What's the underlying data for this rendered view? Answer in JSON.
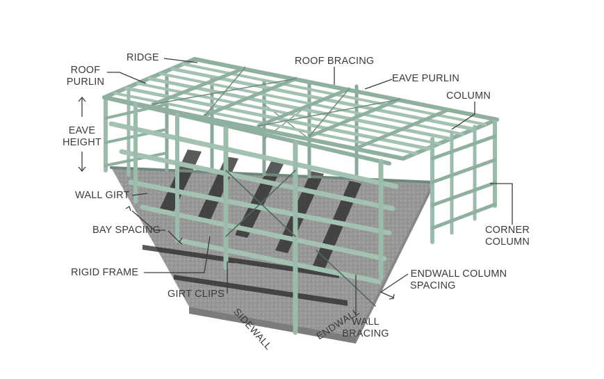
{
  "labels": {
    "ridge": "RIDGE",
    "roof_bracing": "ROOF BRACING",
    "roof_purlin_1": "ROOF",
    "roof_purlin_2": "PURLIN",
    "eave_purlin": "EAVE PURLIN",
    "column": "COLUMN",
    "eave_height_1": "EAVE",
    "eave_height_2": "HEIGHT",
    "wall_girt": "WALL GIRT",
    "bay_spacing": "BAY SPACING",
    "rigid_frame": "RIGID FRAME",
    "girt_clips": "GIRT CLIPS",
    "corner_column_1": "CORNER",
    "corner_column_2": "COLUMN",
    "endwall_column_spacing_1": "ENDWALL COLUMN",
    "endwall_column_spacing_2": "SPACING",
    "wall_bracing_1": "WALL",
    "wall_bracing_2": "BRACING",
    "sidewall": "SIDEWALL",
    "endwall": "ENDWALL"
  },
  "colors": {
    "steel": "#9cbcab",
    "steel_dark": "#4f6b5c",
    "slab": "#9a9a9a",
    "slab_dark": "#7c7c7c",
    "shadow": "#2c2c2c",
    "leader": "#3a3a3a"
  }
}
